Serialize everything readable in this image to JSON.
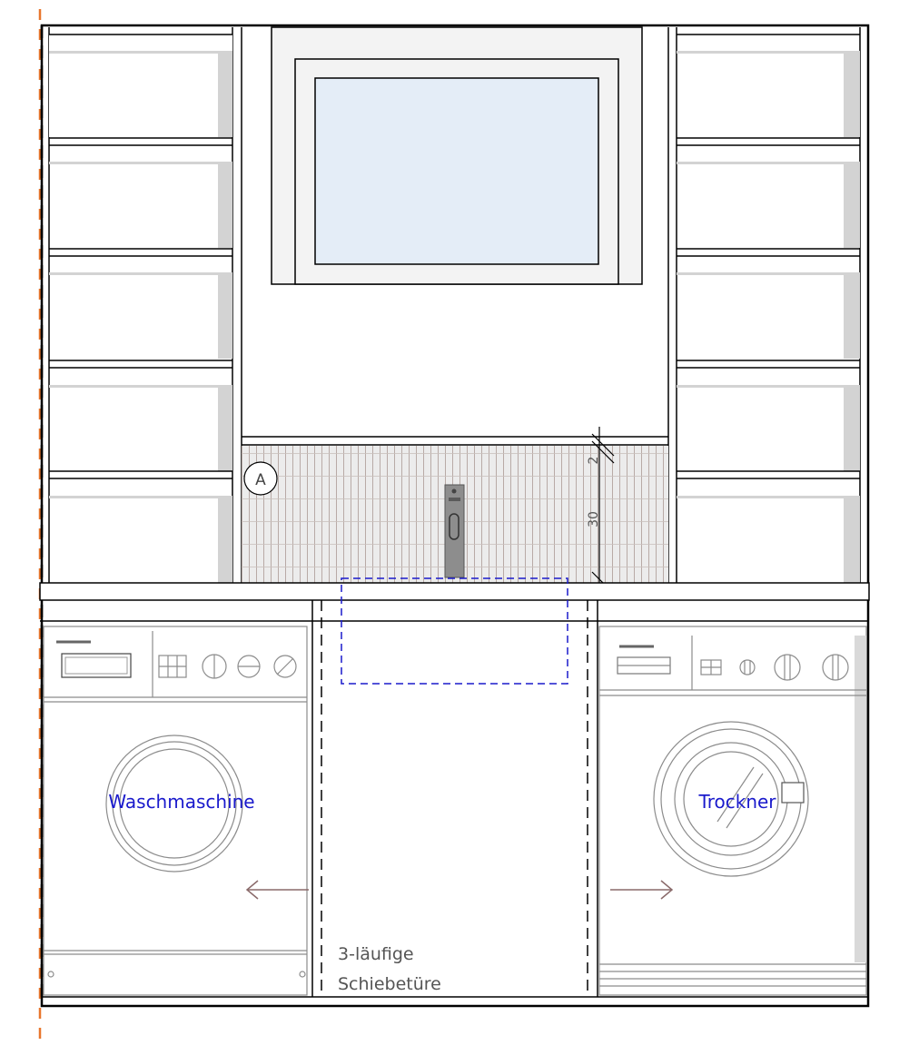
{
  "labels": {
    "washer": "Waschmaschine",
    "dryer": "Trockner",
    "door_line1": "3-läufige",
    "door_line2": "Schiebetüre",
    "section_marker": "A",
    "dim_small": "2",
    "dim_large": "30"
  },
  "colors": {
    "line": "#000000",
    "appliance_line": "#8c8c8c",
    "shelf_shadow": "#d3d3d3",
    "window_glass": "#e4edf7",
    "window_frame": "#f3f3f3",
    "tile_base": "#ececec",
    "tile_line": "#b8aaa6",
    "label_blue": "#1a1acc",
    "hidden_line_blue": "#1a1acc",
    "guide_orange": "#e8762c",
    "arrow": "#8a6a6a",
    "text_grey": "#555555"
  }
}
